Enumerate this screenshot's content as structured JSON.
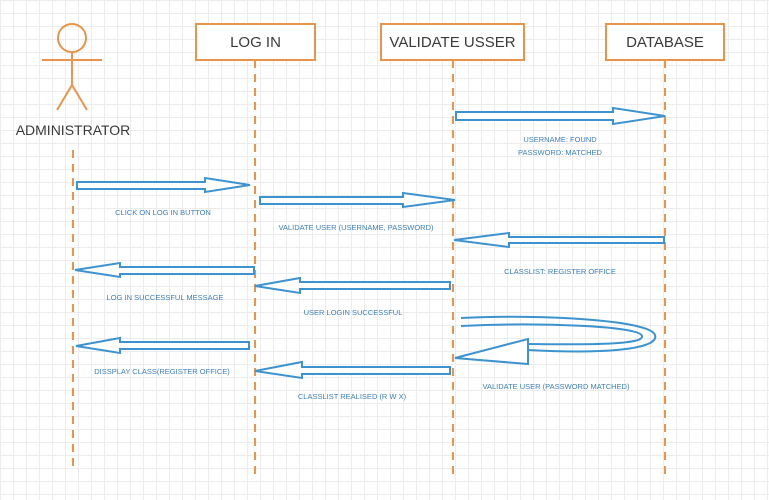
{
  "actor": {
    "label": "ADMINISTRATOR"
  },
  "participants": [
    {
      "id": "login",
      "label": "LOG IN"
    },
    {
      "id": "validate",
      "label": "VALIDATE USSER"
    },
    {
      "id": "database",
      "label": "DATABASE"
    }
  ],
  "messages": [
    {
      "id": "m1",
      "from": "validate",
      "to": "database",
      "label_lines": [
        "USERNAME: FOUND",
        "PASSWORD: MATCHED"
      ]
    },
    {
      "id": "m2",
      "from": "administrator",
      "to": "login",
      "label_lines": [
        "CLICK ON LOG IN BUTTON"
      ]
    },
    {
      "id": "m3",
      "from": "login",
      "to": "validate",
      "label_lines": [
        "VALIDATE USER (USERNAME, PASSWORD)"
      ]
    },
    {
      "id": "m4",
      "from": "database",
      "to": "validate",
      "label_lines": [
        "CLASSLIST: REGISTER OFFICE"
      ]
    },
    {
      "id": "m5",
      "from": "login",
      "to": "administrator",
      "label_lines": [
        "LOG IN SUCCESSFUL MESSAGE"
      ]
    },
    {
      "id": "m6",
      "from": "validate",
      "to": "login",
      "label_lines": [
        "USER LOGIN SUCCESSFUL"
      ]
    },
    {
      "id": "m7",
      "from": "validate",
      "to": "validate",
      "label_lines": [
        "VALIDATE USER (PASSWORD MATCHED)"
      ]
    },
    {
      "id": "m8",
      "from": "login",
      "to": "administrator",
      "label_lines": [
        "DISSPLAY CLASS(REGISTER OFFICE)"
      ]
    },
    {
      "id": "m9",
      "from": "validate",
      "to": "login",
      "label_lines": [
        "CLASSLIST  REALISED (R W X)"
      ]
    }
  ],
  "colors": {
    "lifeline": "#e8944a",
    "arrow": "#3d93d0",
    "label": "#3d7fb8",
    "grid": "#ececec"
  }
}
